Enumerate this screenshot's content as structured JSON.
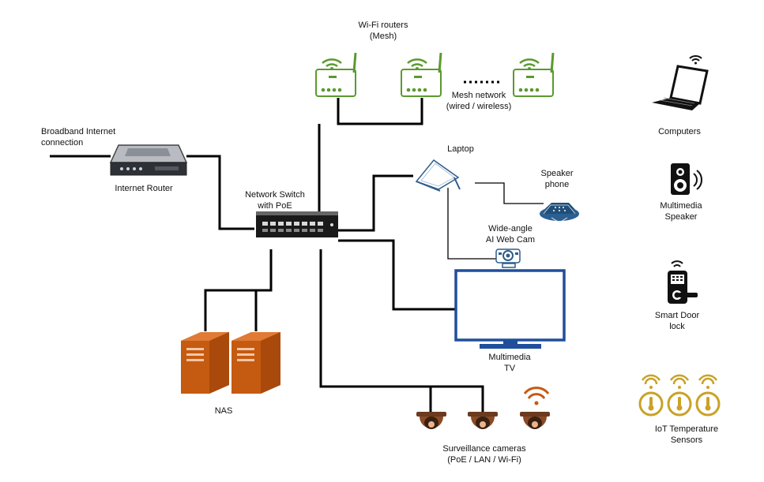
{
  "labels": {
    "wifi_routers": "Wi-Fi routers\n(Mesh)",
    "mesh_network": "Mesh network\n(wired / wireless)",
    "broadband": "Broadband Internet\nconnection",
    "internet_router": "Internet Router",
    "network_switch": "Network Switch\nwith PoE",
    "laptop": "Laptop",
    "speaker_phone": "Speaker\nphone",
    "webcam": "Wide-angle\nAI Web Cam",
    "tv": "Multimedia\nTV",
    "nas": "NAS",
    "surveillance": "Surveillance cameras\n(PoE / LAN / Wi-Fi)",
    "computers": "Computers",
    "multimedia_speaker": "Multimedia\nSpeaker",
    "door_lock": "Smart Door\nlock",
    "iot_sensors": "IoT Temperature\nSensors"
  },
  "colors": {
    "router_green": "#5a9a2e",
    "nas_orange": "#c55a11",
    "sensor_gold": "#c9a227",
    "tv_blue": "#1f4e9c",
    "phone_blue": "#1f4e79",
    "camera_brown": "#6b3a1f",
    "wire": "#000000"
  },
  "icons": [
    "wifi-router-icon",
    "internet-router-icon",
    "network-switch-icon",
    "laptop-icon",
    "speaker-phone-icon",
    "webcam-icon",
    "tv-icon",
    "server-icon",
    "dome-camera-icon",
    "computer-icon",
    "speaker-icon",
    "door-lock-icon",
    "thermometer-icon",
    "wifi-icon"
  ]
}
